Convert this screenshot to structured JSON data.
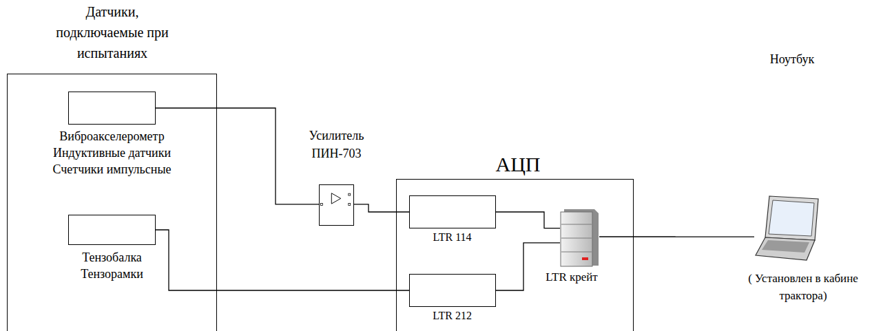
{
  "diagram": {
    "nodes": [
      {
        "text": [
          "Датчики, подключаемые при испытаниях"
        ]
      },
      {
        "text": [
          "Виброакселерометр Индуктивные датчики Счетчики импульсные"
        ],
        "in": 0
      },
      {
        "text": [
          "Тензобалка Тензорамки"
        ],
        "in": 0
      },
      {
        "text": [
          "Усилитель ПИН-703"
        ]
      },
      {
        "text": [
          "АЦП"
        ]
      },
      {
        "text": [
          "LTR 114"
        ],
        "in": 4
      },
      {
        "text": [
          "LTR 212"
        ],
        "in": 4
      },
      {
        "text": [
          "LTR крейт"
        ],
        "in": 4
      },
      {
        "text": [
          "Ноутбук",
          "( Установлен в кабине трактора)"
        ]
      }
    ],
    "edges": [
      {
        "from": 1,
        "to": 3,
        "arrow": "none"
      },
      {
        "from": 3,
        "to": 5,
        "arrow": "none"
      },
      {
        "from": 2,
        "to": 6,
        "arrow": "none"
      },
      {
        "from": 5,
        "to": 7,
        "arrow": "none"
      },
      {
        "from": 6,
        "to": 7,
        "arrow": "none"
      },
      {
        "from": 7,
        "to": 8,
        "arrow": "none"
      }
    ]
  }
}
